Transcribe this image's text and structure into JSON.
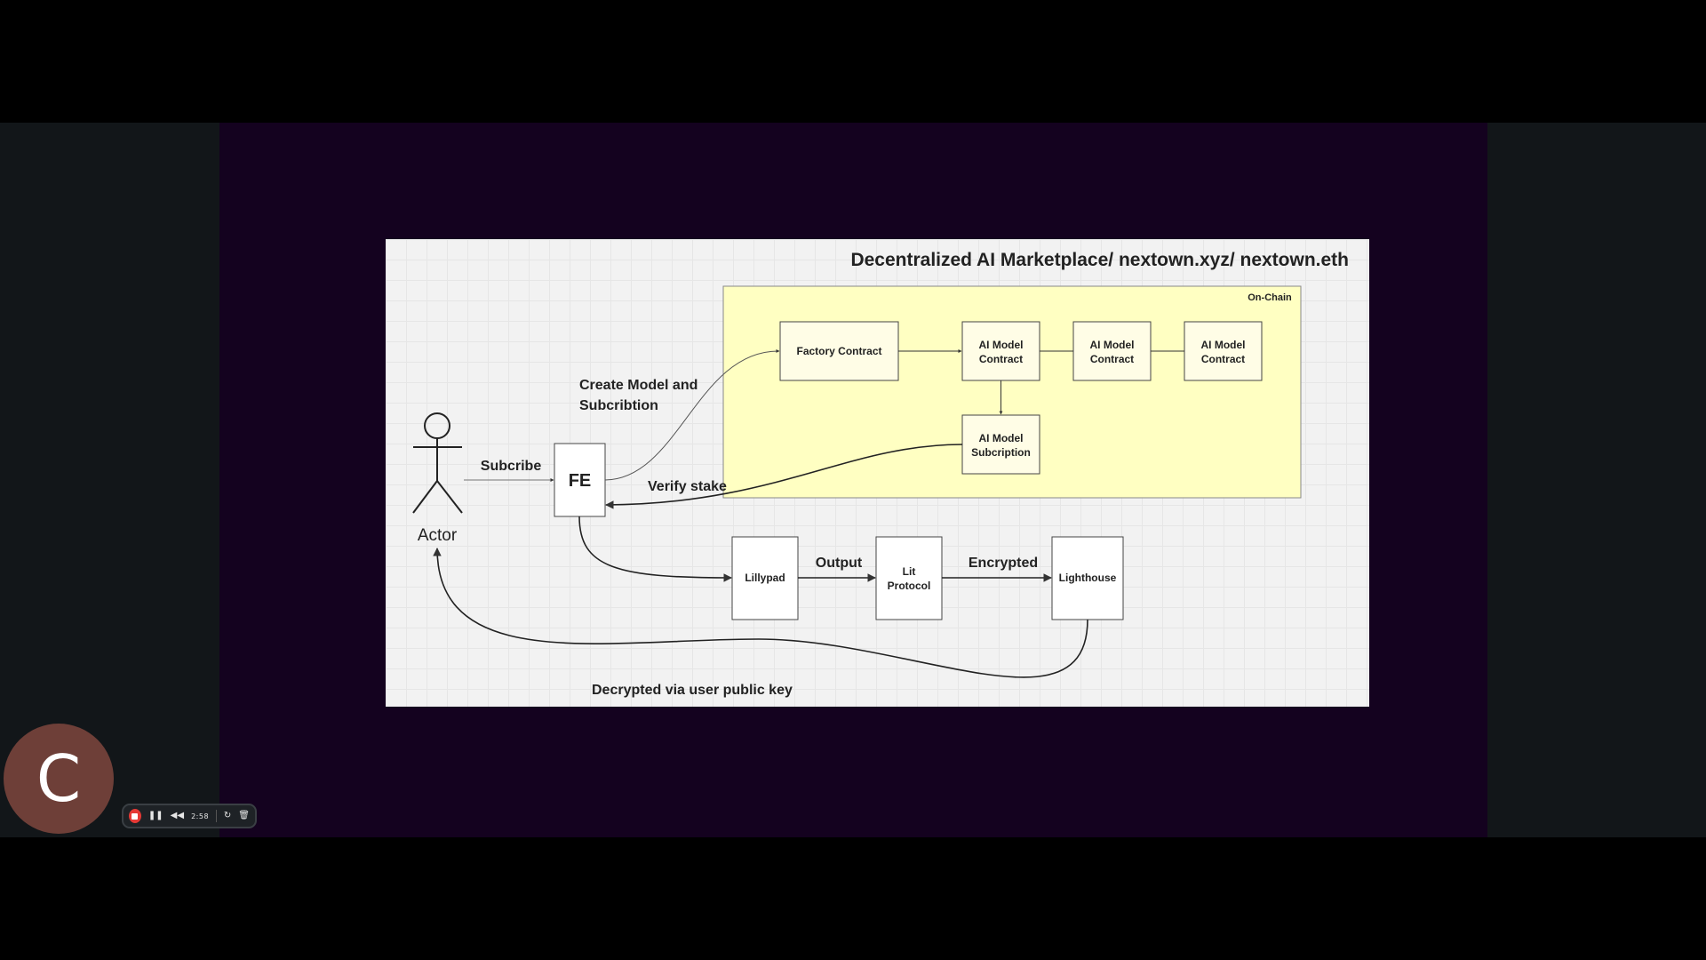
{
  "diagram": {
    "title": "Decentralized AI Marketplace/ nextown.xyz/ nextown.eth",
    "on_chain_label": "On-Chain",
    "on_chain_color": "#ffffc2",
    "actor_label": "Actor",
    "fe_label": "FE",
    "factory_label": "Factory Contract",
    "ai_model_contracts": [
      {
        "line1": "AI Model",
        "line2": "Contract"
      },
      {
        "line1": "AI Model",
        "line2": "Contract"
      },
      {
        "line1": "AI Model",
        "line2": "Contract"
      }
    ],
    "subscription": {
      "line1": "AI Model",
      "line2": "Subcription"
    },
    "lillypad_label": "Lillypad",
    "lit_protocol": {
      "line1": "Lit",
      "line2": "Protocol"
    },
    "lighthouse_label": "Lighthouse",
    "edges": {
      "subscribe": "Subcribe",
      "create_line1": "Create Model and",
      "create_line2": "Subcribtion",
      "verify": "Verify stake",
      "output": "Output",
      "encrypted": "Encrypted",
      "decrypted": "Decrypted via user public key"
    }
  },
  "recorder": {
    "timer": "2:58",
    "record_color": "#e53935"
  },
  "avatar": {
    "letter": "C",
    "color": "#6e3f38"
  }
}
